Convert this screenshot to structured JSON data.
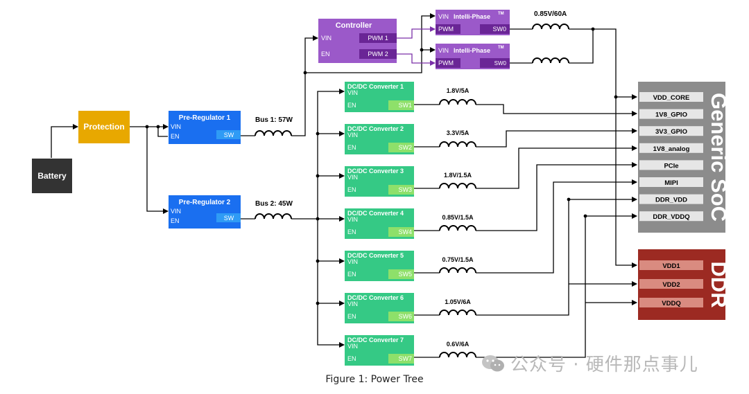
{
  "blocks": {
    "battery": "Battery",
    "protection": "Protection",
    "prereg1": {
      "title": "Pre-Regulator 1",
      "vin": "VIN",
      "en": "EN",
      "sw": "SW"
    },
    "prereg2": {
      "title": "Pre-Regulator 2",
      "vin": "VIN",
      "en": "EN",
      "sw": "SW"
    },
    "bus1": "Bus 1: 57W",
    "bus2": "Bus 2: 45W",
    "controller": {
      "title": "Controller",
      "vin": "VIN",
      "en": "EN",
      "pwm1": "PWM 1",
      "pwm2": "PWM 2"
    },
    "intelli": [
      {
        "vin": "VIN",
        "title": "Intelli-Phase",
        "tm": "TM",
        "pwm": "PWM",
        "sw": "SW0"
      },
      {
        "vin": "VIN",
        "title": "Intelli-Phase",
        "tm": "TM",
        "pwm": "PWM",
        "sw": "SW0"
      }
    ],
    "core_voltage": "0.85V/60A"
  },
  "converters": [
    {
      "title": "DC/DC Converter 1",
      "vin": "VIN",
      "en": "EN",
      "sw": "SW1",
      "rating": "1.8V/5A"
    },
    {
      "title": "DC/DC Converter 2",
      "vin": "VIN",
      "en": "EN",
      "sw": "SW2",
      "rating": "3.3V/5A"
    },
    {
      "title": "DC/DC Converter 3",
      "vin": "VIN",
      "en": "EN",
      "sw": "SW3",
      "rating": "1.8V/1.5A"
    },
    {
      "title": "DC/DC Converter 4",
      "vin": "VIN",
      "en": "EN",
      "sw": "SW4",
      "rating": "0.85V/1.5A"
    },
    {
      "title": "DC/DC Converter 5",
      "vin": "VIN",
      "en": "EN",
      "sw": "SW5",
      "rating": "0.75V/1.5A"
    },
    {
      "title": "DC/DC Converter 6",
      "vin": "VIN",
      "en": "EN",
      "sw": "SW6",
      "rating": "1.05V/6A"
    },
    {
      "title": "DC/DC Converter 7",
      "vin": "VIN",
      "en": "EN",
      "sw": "SW7",
      "rating": "0.6V/6A"
    }
  ],
  "soc": {
    "title": "Generic SoC",
    "rails": [
      "VDD_CORE",
      "1V8_GPIO",
      "3V3_GPIO",
      "1V8_analog",
      "PCIe",
      "MIPI",
      "DDR_VDD",
      "DDR_VDDQ"
    ]
  },
  "ddr": {
    "title": "DDR",
    "rails": [
      "VDD1",
      "VDD2",
      "VDDQ"
    ]
  },
  "caption": "Figure 1: Power Tree",
  "watermark": "公众号 · 硬件那点事儿",
  "colors": {
    "battery": "#333333",
    "protection": "#e8a800",
    "prereg": "#1a6ff0",
    "prereg_port": "#2f9bf5",
    "controller": "#9b59c9",
    "controller_port": "#6a2596",
    "converter": "#35c985",
    "converter_port": "#8ee06a",
    "soc": "#8c8c8c",
    "soc_rail": "#e6e6e6",
    "ddr": "#9c2a22",
    "ddr_rail": "#d98b80"
  }
}
